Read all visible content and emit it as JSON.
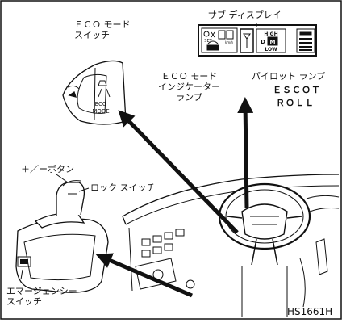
{
  "labels": {
    "sub_display": "サブ ディスプレイ",
    "eco_switch": "ＥＣＯ モード\nスイッチ",
    "eco_indicator": "ＥＣＯ モード\nインジケーター\nランプ",
    "pilot_lamp": "パイロット ランプ",
    "escot": "ＥＳＣＯＴ",
    "roll": "ＲＯＬＬ",
    "plus_minus_button": "＋／ーボタン",
    "lock_switch": "ロック スイッチ",
    "emergency_switch": "エマージェンシー\nスイッチ",
    "figure_code": "HS1661H"
  },
  "switch_panel": {
    "eco": "ECO",
    "mode": "MODE"
  },
  "sub_display_panel": {
    "speed_unit": "km/h",
    "high": "HIGH",
    "d": "D",
    "m": "M",
    "low": "LOW",
    "set": "SET"
  },
  "colors": {
    "line": "#111111",
    "background": "#ffffff"
  }
}
